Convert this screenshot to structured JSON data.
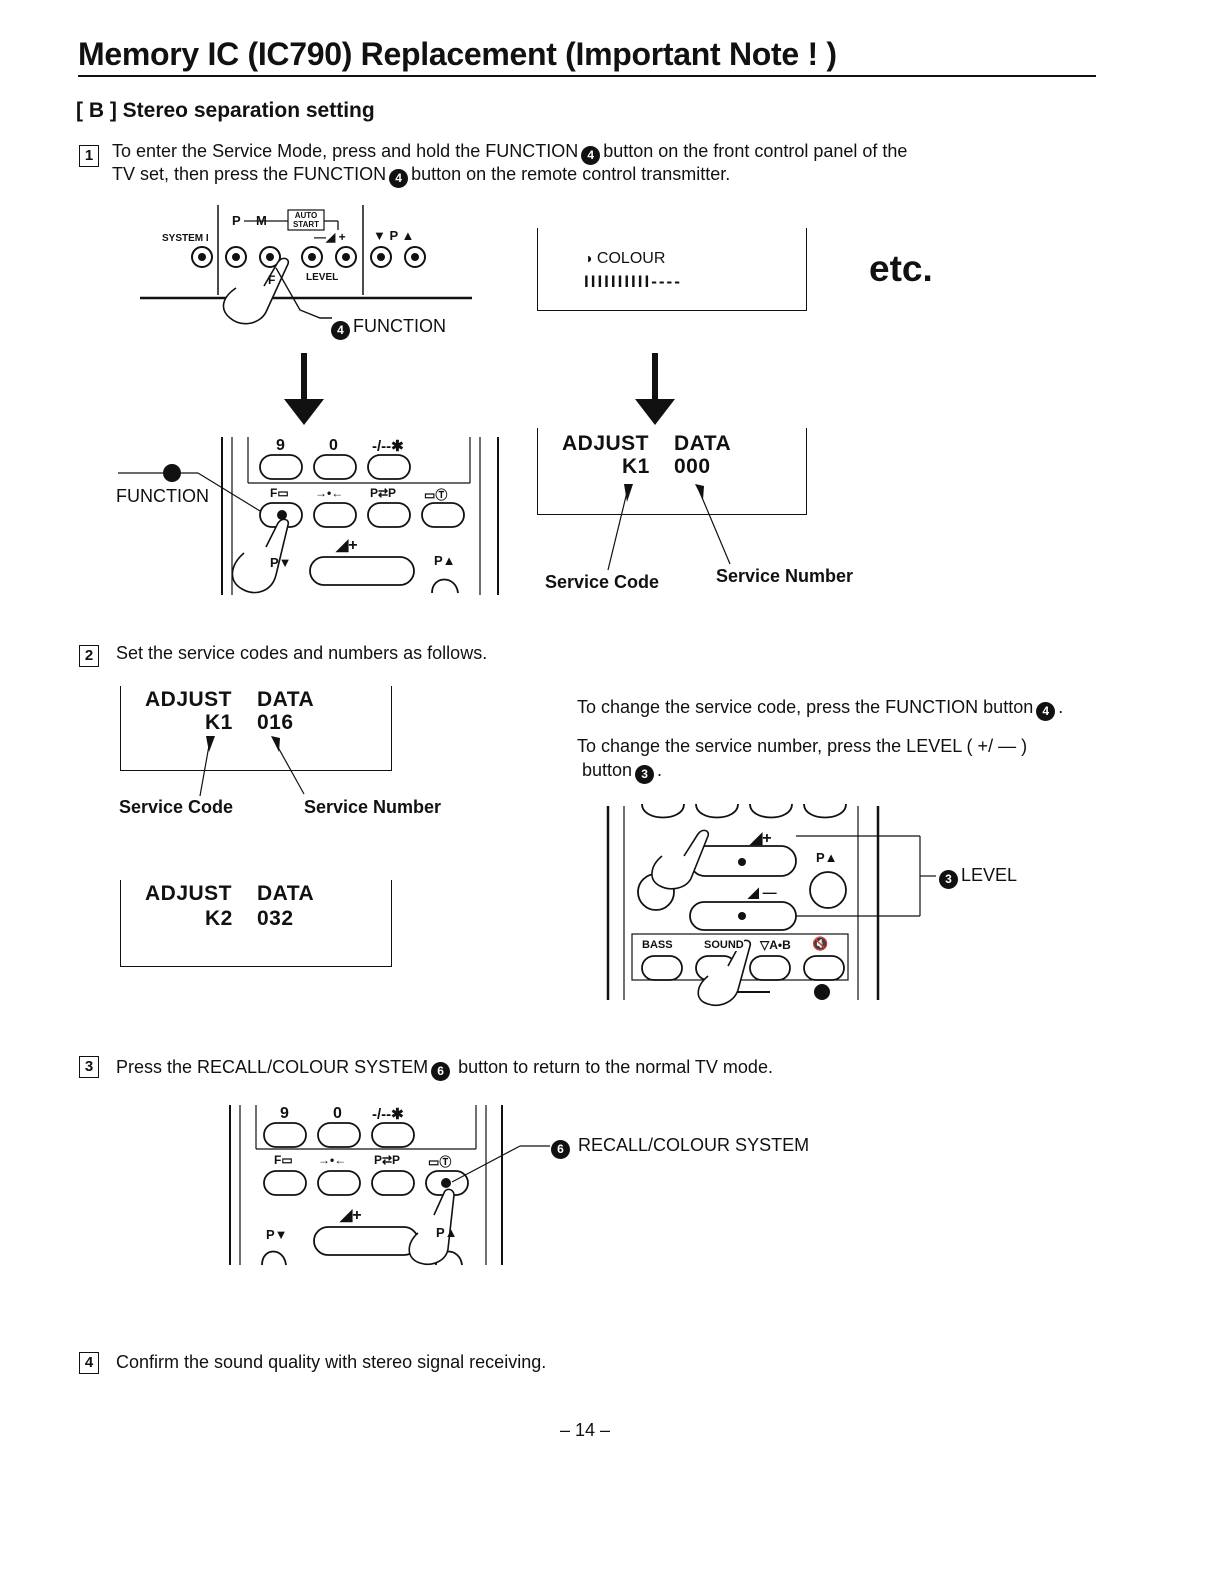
{
  "page": {
    "title": "Memory IC (IC790) Replacement  (Important Note ! )",
    "section_heading": "[ B ] Stereo separation setting",
    "page_number": "– 14 –"
  },
  "step1": {
    "number": "1",
    "line1_a": "To enter the Service Mode, press and hold the FUNCTION",
    "line1_b": "button on the front control panel of the",
    "line2_a": "TV set, then press the FUNCTION",
    "line2_b": "button on the remote control transmitter.",
    "function_num": "4",
    "front_panel": {
      "system": "SYSTEM I",
      "p_label": "P",
      "m_label": "M",
      "auto_start": "AUTO START",
      "vol_label": "—◢ +",
      "prog_label": "▼ P ▲",
      "f_label": "F",
      "level_label": "LEVEL",
      "callout": "FUNCTION"
    },
    "colour_display": {
      "label": "COLOUR",
      "bar": "IIIIIIIIII----",
      "etc": "etc."
    },
    "remote": {
      "keys_top": [
        "9",
        "0",
        "-/--✱"
      ],
      "keys_mid": [
        "F▭",
        "→•←",
        "P⇄P",
        "▭Ⓣ"
      ],
      "vol": "◢+",
      "prog_down": "P▼",
      "prog_up": "P▲",
      "callout": "FUNCTION"
    },
    "adjust_display": {
      "adjust": "ADJUST",
      "data": "DATA",
      "code": "K1",
      "value": "000"
    },
    "service_code_label": "Service Code",
    "service_number_label": "Service Number"
  },
  "step2": {
    "number": "2",
    "text": "Set the service codes and numbers as follows.",
    "display1": {
      "adjust": "ADJUST",
      "data": "DATA",
      "code": "K1",
      "value": "016"
    },
    "service_code_label": "Service Code",
    "service_number_label": "Service Number",
    "display2": {
      "adjust": "ADJUST",
      "data": "DATA",
      "code": "K2",
      "value": "032"
    },
    "note1_a": "To change the service code, press the FUNCTION button",
    "note1_num": "4",
    "note1_b": ".",
    "note2_line1": "To change the service number, press the LEVEL ( +/ — )",
    "note2_line2_a": "button",
    "note2_num": "3",
    "note2_line2_b": ".",
    "remote2": {
      "vol_up": "◢+",
      "vol_down": "◢ —",
      "prog_up": "P▲",
      "bass": "BASS",
      "sound": "SOUND",
      "ab": "▽A•B",
      "mute": "🔇",
      "callout_num": "3",
      "callout": "LEVEL"
    }
  },
  "step3": {
    "number": "3",
    "text_a": "Press the RECALL/COLOUR SYSTEM",
    "text_num": "6",
    "text_b": "button to return to the normal TV mode.",
    "remote": {
      "keys_top": [
        "9",
        "0",
        "-/--✱"
      ],
      "keys_mid": [
        "F▭",
        "→•←",
        "P⇄P",
        "▭Ⓣ"
      ],
      "vol": "◢+",
      "prog_down": "P▼",
      "prog_up": "P▲"
    },
    "callout_num": "6",
    "callout": "RECALL/COLOUR SYSTEM"
  },
  "step4": {
    "number": "4",
    "text": "Confirm the sound quality with stereo signal receiving."
  }
}
